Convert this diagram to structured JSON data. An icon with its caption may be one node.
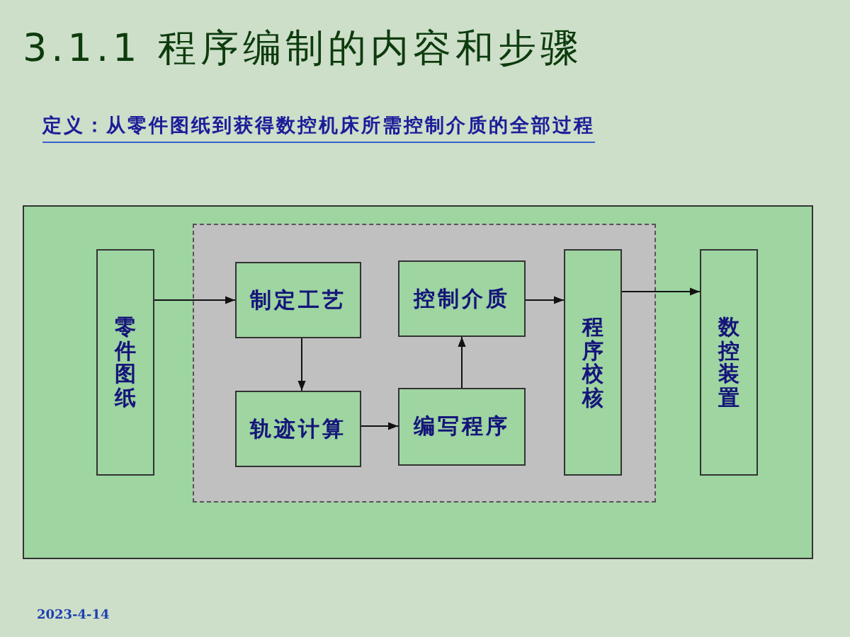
{
  "diagram": {
    "title": "3.1.1 程序编制的内容和步骤",
    "nodes": [
      {
        "text": [],
        "shape": "box"
      },
      {
        "text": [
          "零件图纸"
        ],
        "in": 0
      },
      {
        "text": [],
        "shape": "box",
        "in": 0
      },
      {
        "text": [
          "制定工艺"
        ],
        "in": 2
      },
      {
        "text": [
          "轨迹计算"
        ],
        "in": 2
      },
      {
        "text": [
          "控制介质"
        ],
        "in": 2
      },
      {
        "text": [
          "编写程序"
        ],
        "in": 2
      },
      {
        "text": [
          "程序校核"
        ],
        "in": 2
      },
      {
        "text": [
          "数控装置"
        ],
        "in": 0
      }
    ],
    "edges": [
      {
        "from": 1,
        "to": 3,
        "arrow": "to"
      },
      {
        "from": 3,
        "to": 4,
        "arrow": "to"
      },
      {
        "from": 4,
        "to": 6,
        "arrow": "to"
      },
      {
        "from": 6,
        "to": 5,
        "arrow": "to"
      },
      {
        "from": 5,
        "to": 7,
        "arrow": "to"
      },
      {
        "from": 7,
        "to": 8,
        "arrow": "to"
      }
    ],
    "labels": [
      "定义：从零件图纸到获得数控机床所需控制介质的全部过程",
      "2023-4-14"
    ]
  }
}
